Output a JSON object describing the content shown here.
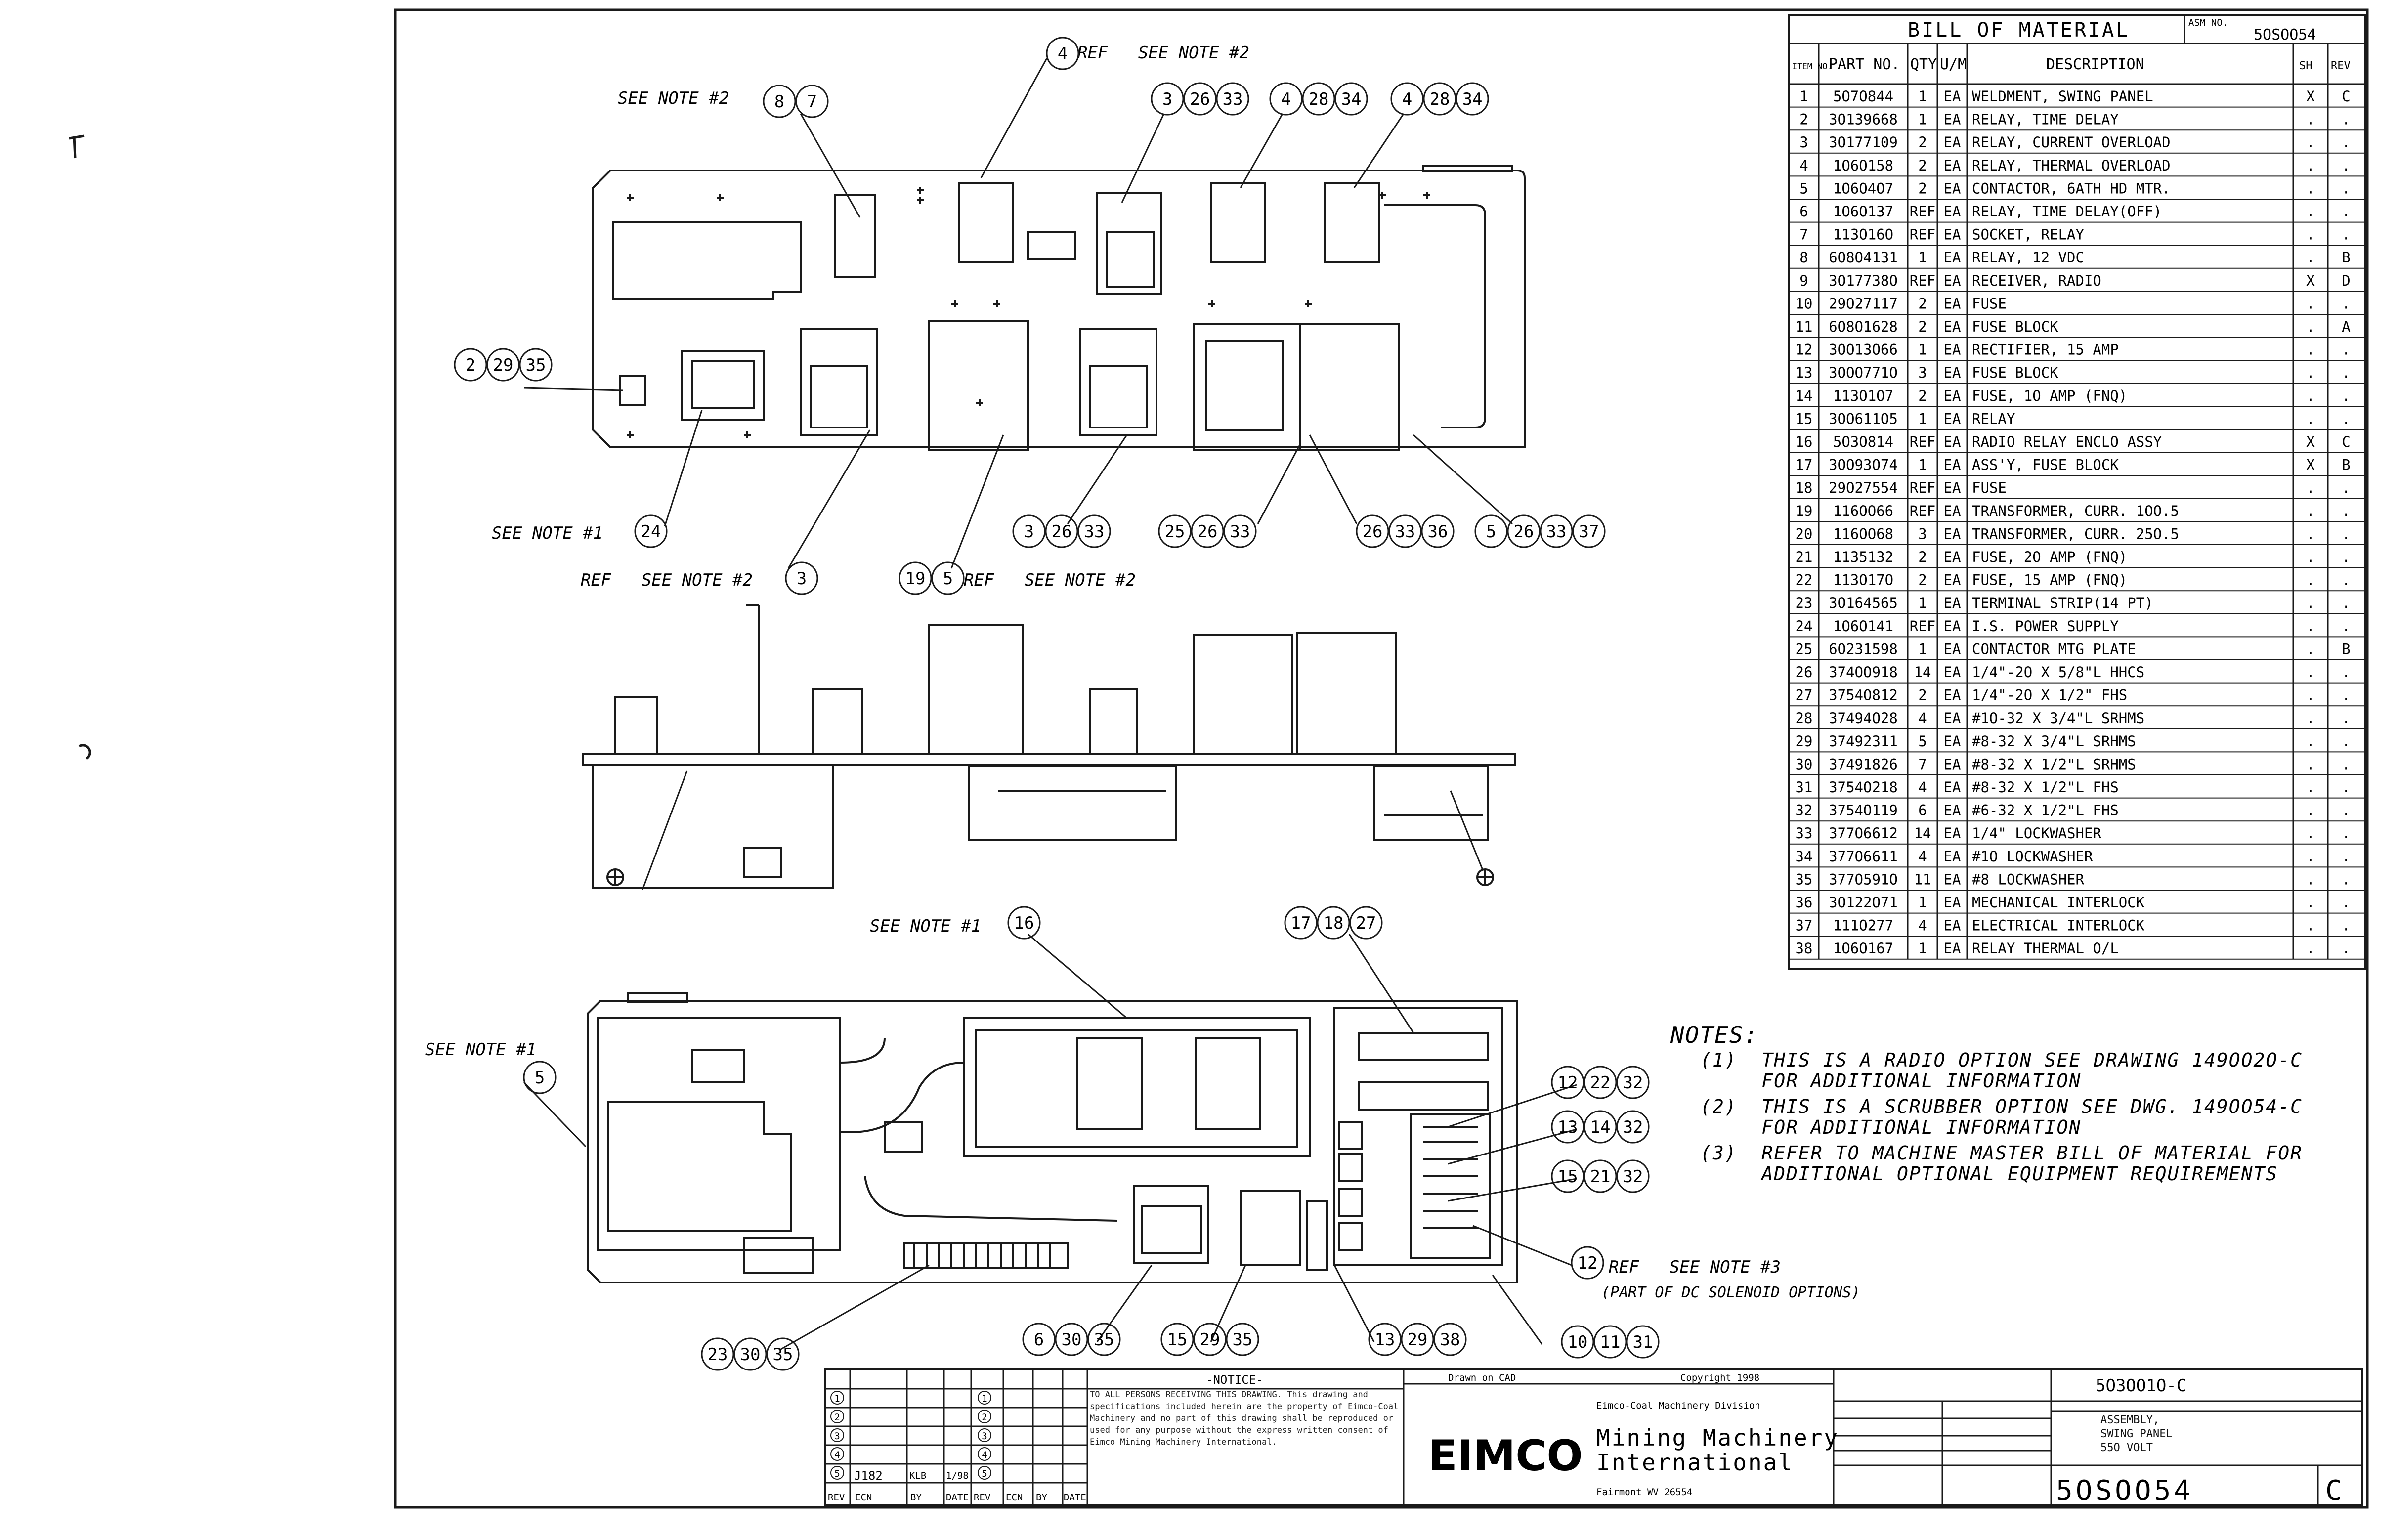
{
  "bom": {
    "title": "BILL OF MATERIAL",
    "assy_label": "ASM NO.",
    "assy_no": "5OSOO54",
    "headers": [
      "ITEM NO.",
      "PART NO.",
      "QTY",
      "U/M",
      "DESCRIPTION",
      "SH",
      "REV"
    ],
    "rows": [
      {
        "item": "1",
        "part": "5O7O844",
        "qty": "1",
        "um": "EA",
        "desc": "WELDMENT, SWING PANEL",
        "sh": "X",
        "rev": "C"
      },
      {
        "item": "2",
        "part": "3O139668",
        "qty": "1",
        "um": "EA",
        "desc": "RELAY, TIME DELAY",
        "sh": ".",
        "rev": "."
      },
      {
        "item": "3",
        "part": "3O177109",
        "qty": "2",
        "um": "EA",
        "desc": "RELAY, CURRENT OVERLOAD",
        "sh": ".",
        "rev": "."
      },
      {
        "item": "4",
        "part": "1O6O158",
        "qty": "2",
        "um": "EA",
        "desc": "RELAY, THERMAL OVERLOAD",
        "sh": ".",
        "rev": "."
      },
      {
        "item": "5",
        "part": "1O6O4O7",
        "qty": "2",
        "um": "EA",
        "desc": "CONTACTOR, 6ATH HD MTR.",
        "sh": ".",
        "rev": "."
      },
      {
        "item": "6",
        "part": "1O6O137",
        "qty": "REF",
        "um": "EA",
        "desc": "RELAY, TIME DELAY(OFF)",
        "sh": ".",
        "rev": "."
      },
      {
        "item": "7",
        "part": "113O16O",
        "qty": "REF",
        "um": "EA",
        "desc": "SOCKET, RELAY",
        "sh": ".",
        "rev": "."
      },
      {
        "item": "8",
        "part": "6O8O4131",
        "qty": "1",
        "um": "EA",
        "desc": "RELAY, 12 VDC",
        "sh": ".",
        "rev": "B"
      },
      {
        "item": "9",
        "part": "3O17738O",
        "qty": "REF",
        "um": "EA",
        "desc": "RECEIVER, RADIO",
        "sh": "X",
        "rev": "D"
      },
      {
        "item": "10",
        "part": "29O27117",
        "qty": "2",
        "um": "EA",
        "desc": "FUSE",
        "sh": ".",
        "rev": "."
      },
      {
        "item": "11",
        "part": "6O8O1628",
        "qty": "2",
        "um": "EA",
        "desc": "FUSE BLOCK",
        "sh": ".",
        "rev": "A"
      },
      {
        "item": "12",
        "part": "3OO13O66",
        "qty": "1",
        "um": "EA",
        "desc": "RECTIFIER, 15 AMP",
        "sh": ".",
        "rev": "."
      },
      {
        "item": "13",
        "part": "3OOO771O",
        "qty": "3",
        "um": "EA",
        "desc": "FUSE BLOCK",
        "sh": ".",
        "rev": "."
      },
      {
        "item": "14",
        "part": "113O1O7",
        "qty": "2",
        "um": "EA",
        "desc": "FUSE, 1O AMP (FNQ)",
        "sh": ".",
        "rev": "."
      },
      {
        "item": "15",
        "part": "3OO611O5",
        "qty": "1",
        "um": "EA",
        "desc": "RELAY",
        "sh": ".",
        "rev": "."
      },
      {
        "item": "16",
        "part": "5O3O814",
        "qty": "REF",
        "um": "EA",
        "desc": "RADIO RELAY ENCLO ASSY",
        "sh": "X",
        "rev": "C"
      },
      {
        "item": "17",
        "part": "3OO93O74",
        "qty": "1",
        "um": "EA",
        "desc": "ASS'Y, FUSE BLOCK",
        "sh": "X",
        "rev": "B"
      },
      {
        "item": "18",
        "part": "29O27554",
        "qty": "REF",
        "um": "EA",
        "desc": "FUSE",
        "sh": ".",
        "rev": "."
      },
      {
        "item": "19",
        "part": "116OO66",
        "qty": "REF",
        "um": "EA",
        "desc": "TRANSFORMER, CURR. 1OO.5",
        "sh": ".",
        "rev": "."
      },
      {
        "item": "20",
        "part": "116OO68",
        "qty": "3",
        "um": "EA",
        "desc": "TRANSFORMER, CURR. 25O.5",
        "sh": ".",
        "rev": "."
      },
      {
        "item": "21",
        "part": "1135132",
        "qty": "2",
        "um": "EA",
        "desc": "FUSE, 2O AMP (FNQ)",
        "sh": ".",
        "rev": "."
      },
      {
        "item": "22",
        "part": "113O17O",
        "qty": "2",
        "um": "EA",
        "desc": "FUSE, 15 AMP (FNQ)",
        "sh": ".",
        "rev": "."
      },
      {
        "item": "23",
        "part": "3O164565",
        "qty": "1",
        "um": "EA",
        "desc": "TERMINAL STRIP(14 PT)",
        "sh": ".",
        "rev": "."
      },
      {
        "item": "24",
        "part": "1O6O141",
        "qty": "REF",
        "um": "EA",
        "desc": "I.S. POWER SUPPLY",
        "sh": ".",
        "rev": "."
      },
      {
        "item": "25",
        "part": "6O231598",
        "qty": "1",
        "um": "EA",
        "desc": "CONTACTOR MTG PLATE",
        "sh": ".",
        "rev": "B"
      },
      {
        "item": "26",
        "part": "374OO918",
        "qty": "14",
        "um": "EA",
        "desc": "1/4\"-2O X 5/8\"L HHCS",
        "sh": ".",
        "rev": "."
      },
      {
        "item": "27",
        "part": "3754O812",
        "qty": "2",
        "um": "EA",
        "desc": "1/4\"-2O X 1/2\" FHS",
        "sh": ".",
        "rev": "."
      },
      {
        "item": "28",
        "part": "37494O28",
        "qty": "4",
        "um": "EA",
        "desc": "#1O-32 X 3/4\"L SRHMS",
        "sh": ".",
        "rev": "."
      },
      {
        "item": "29",
        "part": "37492311",
        "qty": "5",
        "um": "EA",
        "desc": "#8-32 X 3/4\"L SRHMS",
        "sh": ".",
        "rev": "."
      },
      {
        "item": "30",
        "part": "37491826",
        "qty": "7",
        "um": "EA",
        "desc": "#8-32 X 1/2\"L SRHMS",
        "sh": ".",
        "rev": "."
      },
      {
        "item": "31",
        "part": "3754O218",
        "qty": "4",
        "um": "EA",
        "desc": "#8-32 X 1/2\"L FHS",
        "sh": ".",
        "rev": "."
      },
      {
        "item": "32",
        "part": "3754O119",
        "qty": "6",
        "um": "EA",
        "desc": "#6-32 X 1/2\"L FHS",
        "sh": ".",
        "rev": "."
      },
      {
        "item": "33",
        "part": "377O6612",
        "qty": "14",
        "um": "EA",
        "desc": "1/4\" LOCKWASHER",
        "sh": ".",
        "rev": "."
      },
      {
        "item": "34",
        "part": "377O6611",
        "qty": "4",
        "um": "EA",
        "desc": "#1O LOCKWASHER",
        "sh": ".",
        "rev": "."
      },
      {
        "item": "35",
        "part": "377O591O",
        "qty": "11",
        "um": "EA",
        "desc": "#8 LOCKWASHER",
        "sh": ".",
        "rev": "."
      },
      {
        "item": "36",
        "part": "3O122O71",
        "qty": "1",
        "um": "EA",
        "desc": "MECHANICAL INTERLOCK",
        "sh": ".",
        "rev": "."
      },
      {
        "item": "37",
        "part": "111O277",
        "qty": "4",
        "um": "EA",
        "desc": "ELECTRICAL INTERLOCK",
        "sh": ".",
        "rev": "."
      },
      {
        "item": "38",
        "part": "1O6O167",
        "qty": "1",
        "um": "EA",
        "desc": "RELAY THERMAL O/L",
        "sh": ".",
        "rev": "."
      }
    ]
  },
  "notes": {
    "heading": "NOTES:",
    "lines": [
      "(1)  THIS IS A RADIO OPTION SEE DRAWING 149OO2O-C",
      "     FOR ADDITIONAL INFORMATION",
      "(2)  THIS IS A SCRUBBER OPTION SEE DWG. 149OO54-C",
      "     FOR ADDITIONAL INFORMATION",
      "(3)  REFER TO MACHINE MASTER BILL OF MATERIAL FOR",
      "     ADDITIONAL OPTIONAL EQUIPMENT REQUIREMENTS"
    ]
  },
  "callouts": {
    "top_ref_note2_a": "REF   SEE NOTE #2",
    "see_note2_left": "SEE NOTE #2",
    "see_note1_24": "SEE NOTE #1",
    "ref_note2_3": "REF   SEE NOTE #2",
    "ref_note2_5": "REF   SEE NOTE #2",
    "see_note1_16": "SEE NOTE #1",
    "see_note1_5": "SEE NOTE #1",
    "ref_note3": "REF   SEE NOTE #3",
    "part_of_dc": "(PART OF DC SOLENOID OPTIONS)"
  },
  "balloons": {
    "b_4_top": [
      "4"
    ],
    "b_8_7": [
      "8",
      "7"
    ],
    "b_3_26_33_top": [
      "3",
      "26",
      "33"
    ],
    "b_4_28_34_a": [
      "4",
      "28",
      "34"
    ],
    "b_4_28_34_b": [
      "4",
      "28",
      "34"
    ],
    "b_2_29_35": [
      "2",
      "29",
      "35"
    ],
    "b_24": [
      "24"
    ],
    "b_3_left": [
      "3"
    ],
    "b_19_5": [
      "19",
      "5"
    ],
    "b_3_26_33_mid": [
      "3",
      "26",
      "33"
    ],
    "b_25_26_33": [
      "25",
      "26",
      "33"
    ],
    "b_26_33_36": [
      "26",
      "33",
      "36"
    ],
    "b_5_26_33_37": [
      "5",
      "26",
      "33",
      "37"
    ],
    "b_16": [
      "16"
    ],
    "b_17_18_27": [
      "17",
      "18",
      "27"
    ],
    "b_5_left": [
      "5"
    ],
    "b_12_22_32": [
      "12",
      "22",
      "32"
    ],
    "b_13_14_32": [
      "13",
      "14",
      "32"
    ],
    "b_15_21_32": [
      "15",
      "21",
      "32"
    ],
    "b_12_ref": [
      "12"
    ],
    "b_23_30_35": [
      "23",
      "30",
      "35"
    ],
    "b_6_30_35": [
      "6",
      "30",
      "35"
    ],
    "b_15_29_35": [
      "15",
      "29",
      "35"
    ],
    "b_13_29_38": [
      "13",
      "29",
      "38"
    ],
    "b_10_11_31": [
      "10",
      "11",
      "31"
    ]
  },
  "title_block": {
    "rev_rows": [
      "1",
      "2",
      "3",
      "4",
      "5"
    ],
    "rev_row4_entries": [
      "J182",
      "KLB",
      "1/98"
    ],
    "rev_headers": [
      "REV",
      "ECN",
      "BY",
      "DATE",
      "REV",
      "ECN",
      "BY",
      "DATE"
    ],
    "notice_heading": "-NOTICE-",
    "notice_body": "TO ALL PERSONS RECEIVING THIS DRAWING. This drawing and specifications included herein are the property of Eimco-Coal Machinery and no part of this drawing shall be reproduced or used for any purpose without the express written consent of Eimco Mining Machinery International.",
    "drawn_on": "Drawn on CAD",
    "copyright": "Copyright 1998",
    "division": "Eimco-Coal Machinery Division",
    "logo": "EIMCO",
    "company_line1": "Mining Machinery",
    "company_line2": "International",
    "location": "Fairmont WV 26554",
    "drawing_no_small": "5O3OO1O-C",
    "assy_title": "ASSEMBLY, SWING PANEL 55O VOLT",
    "drawing_no": "5OSOO54",
    "rev": "C"
  }
}
